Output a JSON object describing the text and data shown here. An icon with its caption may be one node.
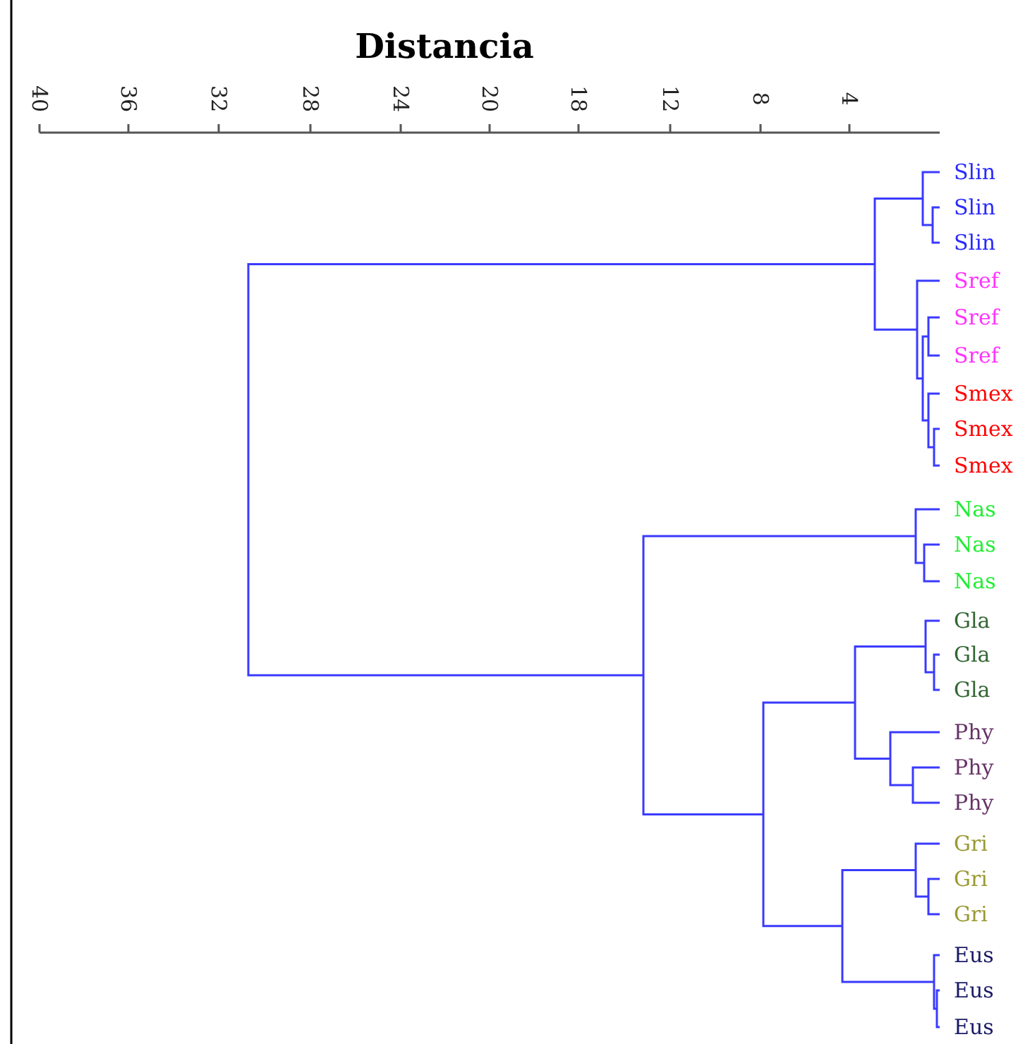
{
  "diagram": {
    "title": "Distancia",
    "labels": [
      "40",
      "36",
      "32",
      "28",
      "24",
      "20",
      "18",
      "12",
      "8",
      "4",
      "Slin",
      "Slin",
      "Slin",
      "Sref",
      "Sref",
      "Sref",
      "Smex",
      "Smex",
      "Smex",
      "Nas",
      "Nas",
      "Nas",
      "Gla",
      "Gla",
      "Gla",
      "Phy",
      "Phy",
      "Phy",
      "Gri",
      "Gri",
      "Gri",
      "Eus",
      "Eus",
      "Eus"
    ]
  }
}
